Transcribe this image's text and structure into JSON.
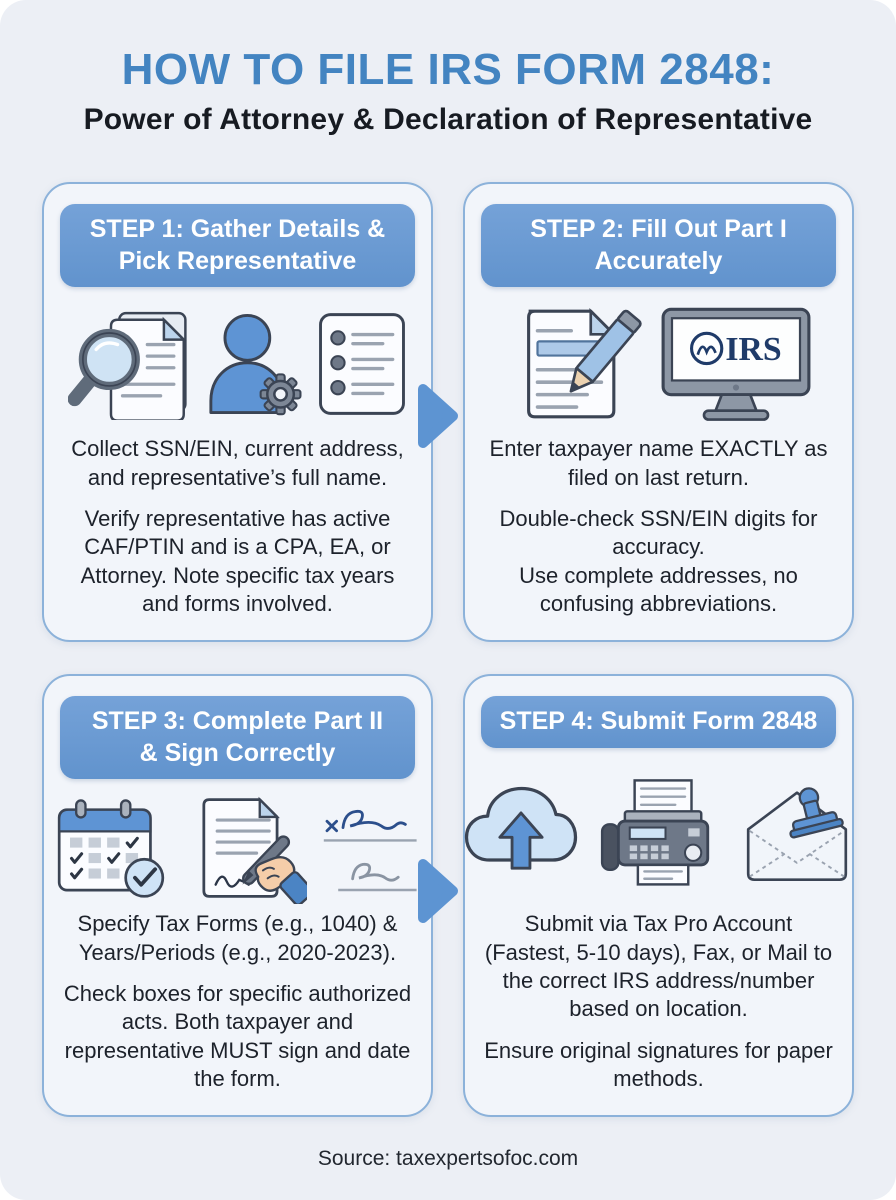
{
  "page": {
    "title": "HOW TO FILE IRS FORM 2848:",
    "subtitle": "Power of Attorney & Declaration of Representative",
    "source": "Source: taxexpertsofoc.com"
  },
  "colors": {
    "title_blue": "#4384c1",
    "header_pill_blue": "#6b9bd4",
    "card_border_blue": "#8cb2da",
    "arrow_blue": "#5d94d2",
    "background": "#eceff5",
    "card_background": "#f2f5fa",
    "body_text": "#1d222b",
    "irs_navy": "#1f3b69"
  },
  "steps": [
    {
      "header": "STEP 1: Gather Details &\nPick Representative",
      "icons": [
        "magnifier-documents-icon",
        "person-gear-icon",
        "checklist-icon"
      ],
      "paragraphs": [
        "Collect SSN/EIN, current address, and representative’s full name.",
        "Verify representative has active CAF/PTIN and is a CPA, EA, or Attorney. Note specific tax years and forms involved."
      ]
    },
    {
      "header": "STEP 2: Fill Out Part I\nAccurately",
      "icons": [
        "form-pencil-icon",
        "irs-monitor-icon"
      ],
      "screen_text": "IRS",
      "paragraphs": [
        "Enter taxpayer name EXACTLY as filed on last return.",
        "Double-check SSN/EIN digits for accuracy.",
        "Use complete addresses, no confusing abbreviations."
      ]
    },
    {
      "header": "STEP 3: Complete Part II\n& Sign Correctly",
      "icons": [
        "calendar-check-icon",
        "sign-document-icon",
        "signatures-icon"
      ],
      "paragraphs": [
        "Specify Tax Forms (e.g., 1040) & Years/Periods (e.g., 2020-2023).",
        "Check boxes for specific authorized acts. Both taxpayer and representative MUST sign and date the form."
      ]
    },
    {
      "header": "STEP 4: Submit Form 2848",
      "icons": [
        "cloud-upload-icon",
        "fax-icon",
        "stamped-envelope-icon"
      ],
      "paragraphs": [
        "Submit via Tax Pro Account (Fastest, 5-10 days), Fax, or Mail to the correct IRS address/number based on location.",
        "Ensure original signatures for paper methods."
      ]
    }
  ]
}
